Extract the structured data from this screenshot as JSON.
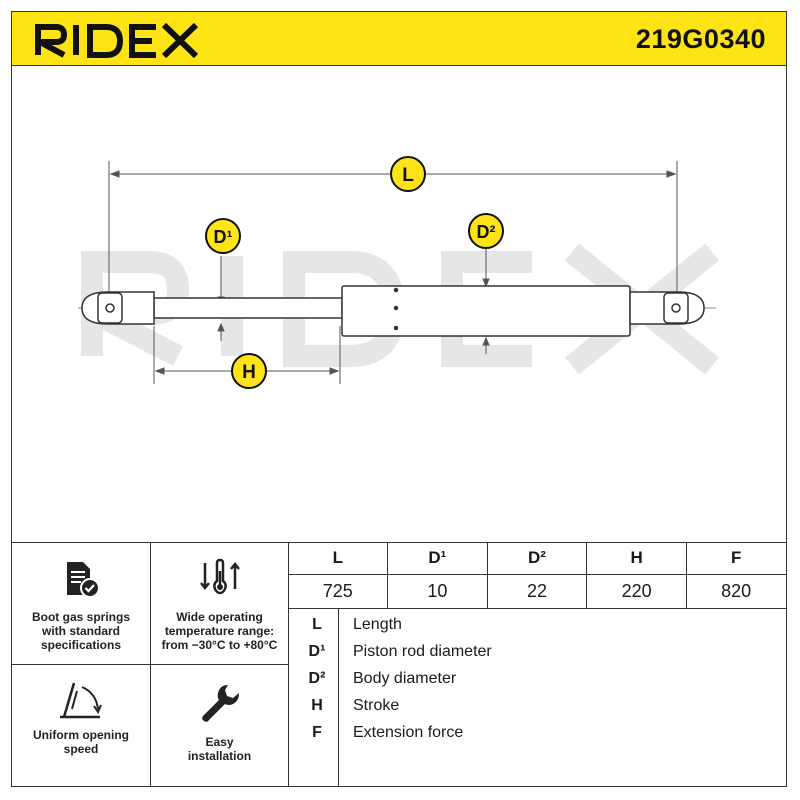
{
  "header": {
    "brand": "RIDEX",
    "part_number": "219G0340",
    "background_color": "#ffe415"
  },
  "drawing": {
    "watermark": "RIDEX",
    "dimension_labels": {
      "L": "L",
      "D1": "D¹",
      "D2": "D²",
      "H": "H"
    },
    "marker_color": "#ffe415"
  },
  "features": [
    {
      "icon": "document-check-icon",
      "label": "Boot gas springs\nwith standard\nspecifications"
    },
    {
      "icon": "thermometer-arrows-icon",
      "label": "Wide operating\ntemperature range:\nfrom −30°C to +80°C"
    },
    {
      "icon": "opening-arc-icon",
      "label": "Uniform opening\nspeed"
    },
    {
      "icon": "wrench-icon",
      "label": "Easy\ninstallation"
    }
  ],
  "specs": {
    "headers": [
      "L",
      "D¹",
      "D²",
      "H",
      "F"
    ],
    "values": [
      "725",
      "10",
      "22",
      "220",
      "820"
    ]
  },
  "legend": [
    {
      "key": "L",
      "description": "Length"
    },
    {
      "key": "D¹",
      "description": "Piston rod diameter"
    },
    {
      "key": "D²",
      "description": "Body diameter"
    },
    {
      "key": "H",
      "description": "Stroke"
    },
    {
      "key": "F",
      "description": "Extension force"
    }
  ]
}
